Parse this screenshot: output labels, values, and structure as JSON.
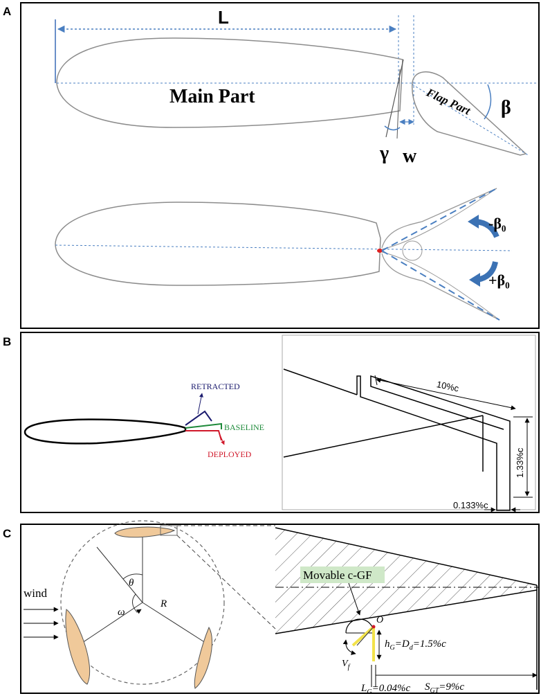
{
  "panels": {
    "a": {
      "label": "A",
      "length_symbol": "L",
      "main_part": "Main Part",
      "flap_part": "Flap Part",
      "beta": "β",
      "gamma": "γ",
      "w": "w",
      "minus_beta0": "-β₀",
      "plus_beta0": "+β₀"
    },
    "b": {
      "label": "B",
      "retracted": "RETRACTED",
      "baseline": "BASELINE",
      "deployed": "DEPLOYED",
      "len_10c": "10%c",
      "len_133c": "1.33%c",
      "len_0133c": "0.133%c"
    },
    "c": {
      "label": "C",
      "wind": "wind",
      "theta": "θ",
      "omega": "ω",
      "radius": "R",
      "movable": "Movable c-GF",
      "origin": "O",
      "vf": "V",
      "vf_sub": "f",
      "hg_h": "h",
      "hg_sub": "G",
      "hg_mid": "=D",
      "hg_sub2": "d",
      "hg_val": "=1.5%c",
      "lg_l": "L",
      "lg_sub": "G",
      "lg_val": "=0.04%c",
      "sgt_s": "S",
      "sgt_sub": "GT",
      "sgt_val": "=9%c"
    }
  },
  "colors": {
    "frame": "#000000",
    "dashed_blue": "#4a7fc1",
    "airfoil_grey": "#8c8c8c",
    "retracted": "#1b1b6e",
    "baseline": "#1e8a3a",
    "deployed": "#d0182a",
    "blade_fill": "#f0c99a",
    "arrow_blue": "#3c72b4",
    "label_green": "#cfe8c8",
    "gurney_yellow": "#f2e24a"
  }
}
